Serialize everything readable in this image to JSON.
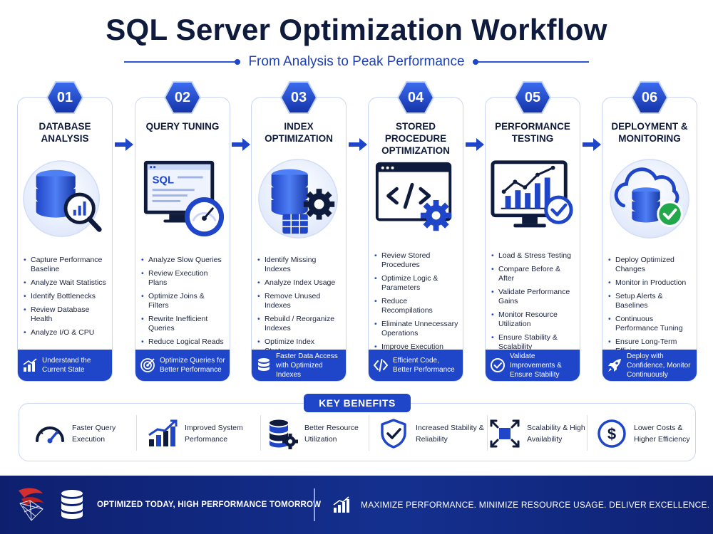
{
  "header": {
    "title": "SQL Server Optimization Workflow",
    "subtitle": "From Analysis to Peak Performance"
  },
  "colors": {
    "primary": "#1f45c8",
    "navy": "#0f1b3d",
    "footer": "#10237a",
    "success": "#22a84a",
    "card_border": "#c9d6f2"
  },
  "steps": [
    {
      "number": "01",
      "title": "DATABASE ANALYSIS",
      "icon": "database-search-icon",
      "items": [
        "Capture Performance Baseline",
        "Analyze Wait Statistics",
        "Identify Bottlenecks",
        "Review Database Health",
        "Analyze I/O & CPU"
      ],
      "footer_icon": "bar-chart-icon",
      "footer": "Understand the Current State"
    },
    {
      "number": "02",
      "title": "QUERY TUNING",
      "icon": "sql-speedometer-icon",
      "items": [
        "Analyze Slow Queries",
        "Review Execution Plans",
        "Optimize Joins & Filters",
        "Rewrite Inefficient Queries",
        "Reduce Logical Reads"
      ],
      "footer_icon": "target-icon",
      "footer": "Optimize Queries for Better Performance"
    },
    {
      "number": "03",
      "title": "INDEX OPTIMIZATION",
      "icon": "database-gear-icon",
      "items": [
        "Identify Missing Indexes",
        "Analyze Index Usage",
        "Remove Unused Indexes",
        "Rebuild / Reorganize Indexes",
        "Optimize Index Strategy"
      ],
      "footer_icon": "database-icon",
      "footer": "Faster Data Access with Optimized Indexes"
    },
    {
      "number": "04",
      "title": "STORED PROCEDURE OPTIMIZATION",
      "icon": "code-window-gear-icon",
      "items": [
        "Review Stored Procedures",
        "Optimize Logic & Parameters",
        "Reduce Recompilations",
        "Eliminate Unnecessary Operations",
        "Improve Execution Efficiency"
      ],
      "footer_icon": "code-icon",
      "footer": "Efficient Code, Better Performance"
    },
    {
      "number": "05",
      "title": "PERFORMANCE TESTING",
      "icon": "monitor-chart-check-icon",
      "items": [
        "Load & Stress Testing",
        "Compare Before & After",
        "Validate Performance Gains",
        "Monitor Resource Utilization",
        "Ensure Stability & Scalability"
      ],
      "footer_icon": "check-circle-icon",
      "footer": "Validate Improvements & Ensure Stability"
    },
    {
      "number": "06",
      "title": "DEPLOYMENT & MONITORING",
      "icon": "cloud-database-check-icon",
      "items": [
        "Deploy Optimized Changes",
        "Monitor in Production",
        "Setup Alerts & Baselines",
        "Continuous Performance Tuning",
        "Ensure Long-Term Efficiency"
      ],
      "footer_icon": "rocket-icon",
      "footer": "Deploy with Confidence, Monitor Continuously"
    }
  ],
  "benefits": {
    "title": "KEY BENEFITS",
    "items": [
      {
        "icon": "speedometer-icon",
        "label": "Faster Query Execution"
      },
      {
        "icon": "growth-chart-icon",
        "label": "Improved System Performance"
      },
      {
        "icon": "database-gear-icon",
        "label": "Better Resource Utilization"
      },
      {
        "icon": "shield-check-icon",
        "label": "Increased Stability & Reliability"
      },
      {
        "icon": "expand-arrows-icon",
        "label": "Scalability & High Availability"
      },
      {
        "icon": "dollar-circle-icon",
        "label": "Lower Costs & Higher Efficiency"
      }
    ]
  },
  "footer": {
    "logo_icon": "sql-server-logo-icon",
    "left_text": "OPTIMIZED TODAY, HIGH PERFORMANCE TOMORROW",
    "right_icon": "growth-chart-icon",
    "right_text": "MAXIMIZE PERFORMANCE. MINIMIZE RESOURCE USAGE. DELIVER EXCELLENCE."
  }
}
